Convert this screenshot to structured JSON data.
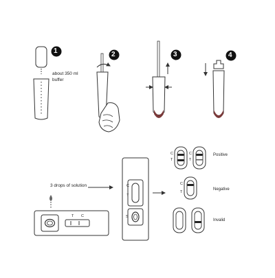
{
  "steps": [
    {
      "number": "1",
      "annotation_line1": "about 350 ml",
      "annotation_line2": "buffer"
    },
    {
      "number": "2"
    },
    {
      "number": "3"
    },
    {
      "number": "4"
    }
  ],
  "dropping": {
    "instruction": "3 drops of solution"
  },
  "cassette": {
    "horizontal_marks": [
      "T",
      "C"
    ],
    "control_label": "C",
    "test_label": "T",
    "sample_label": "S"
  },
  "results": {
    "control_label": "C",
    "test_label": "T",
    "positive": "Positive",
    "negative": "Negative",
    "invalid": "Invalid"
  },
  "colors": {
    "line": "#333333",
    "badge": "#111111",
    "liquid": "#7a3a3a",
    "band": "#222222"
  }
}
